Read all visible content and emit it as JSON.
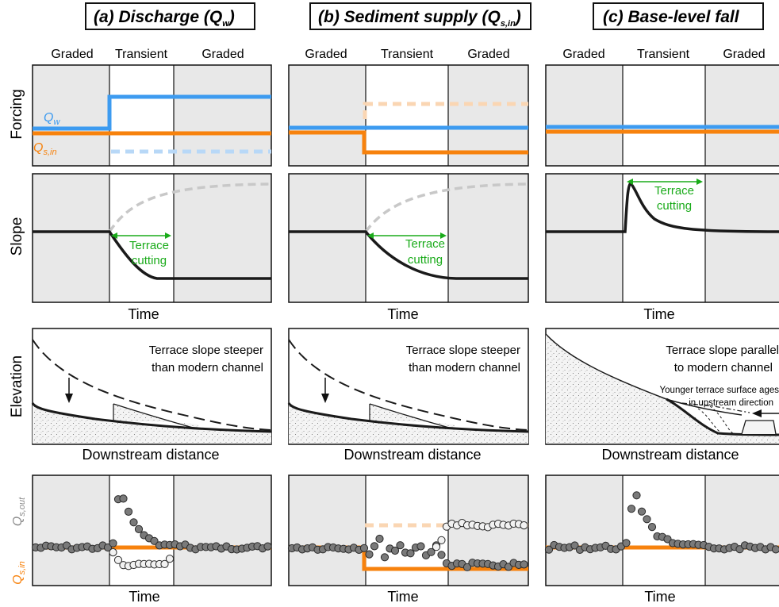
{
  "columns": [
    {
      "title": "(a)  Discharge (Q",
      "title_sub": "w",
      "title_end": ")"
    },
    {
      "title": "(b)  Sediment supply (Q",
      "title_sub": "s,in",
      "title_end": ")"
    },
    {
      "title": "(c) Base-level fall",
      "title_sub": "",
      "title_end": ""
    }
  ],
  "phases": {
    "left": "Graded",
    "middle": "Transient",
    "right": "Graded"
  },
  "row_labels": {
    "forcing": "Forcing",
    "slope": "Slope",
    "elevation": "Elevation"
  },
  "axis_labels": {
    "time": "Time",
    "distance": "Downstream distance"
  },
  "forcing_labels": {
    "qw_main": "Q",
    "qw_sub": "w",
    "qs_main": "Q",
    "qs_sub": "s,in"
  },
  "bottom_labels": {
    "qsout_main": "Q",
    "qsout_sub": "s,out",
    "qsin_main": "Q",
    "qsin_sub": "s,in"
  },
  "terrace_cutting": {
    "line1": "Terrace",
    "line2": "cutting"
  },
  "elevation_notes": {
    "a": [
      "Terrace slope steeper",
      "than modern channel"
    ],
    "b": [
      "Terrace slope steeper",
      "than modern channel"
    ],
    "c": [
      "Terrace slope parallel",
      "to modern channel"
    ],
    "c_small": [
      "Younger terrace surface ages",
      "in upstream direction"
    ]
  },
  "colors": {
    "blue": "#3d9bf0",
    "orange": "#f7820d",
    "green": "#1aab1a",
    "gray_panel": "#e8e8e8",
    "black": "#1a1a1a"
  }
}
